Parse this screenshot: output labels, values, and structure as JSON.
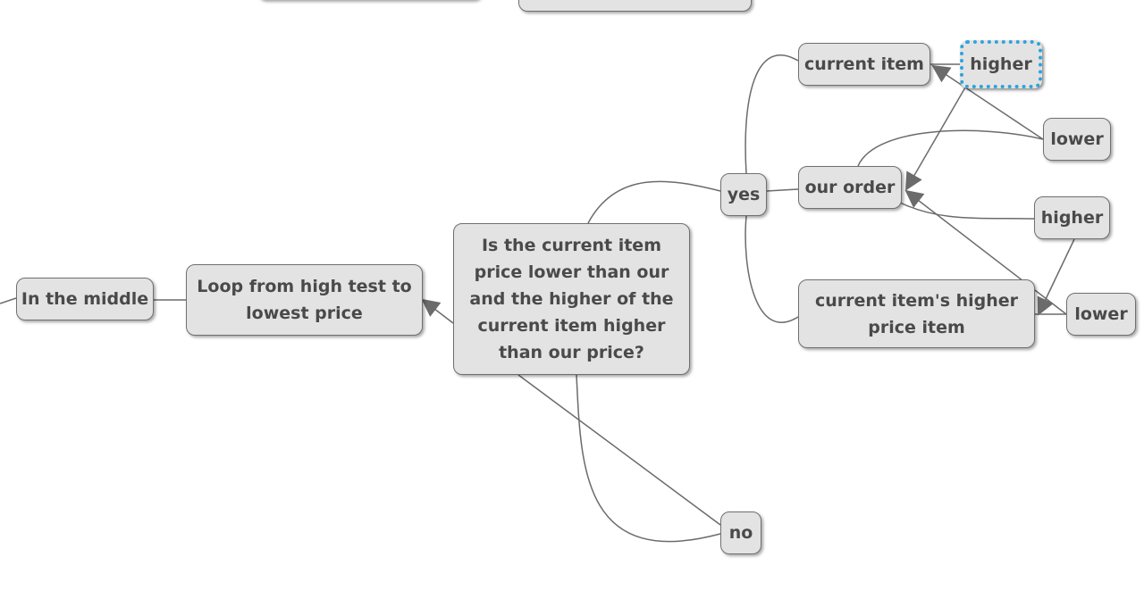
{
  "mindmap": {
    "selected_node": "higher",
    "nodes": {
      "in_the_middle": "In the middle",
      "loop": "Loop  from high test to\nlowest price",
      "question": "Is the current item\nprice lower than our\nand the higher of the\ncurrent item higher\nthan our price?",
      "yes": "yes",
      "no": "no",
      "current_item": "current item",
      "higher_top": "higher",
      "lower_top": "lower",
      "our_order": "our order",
      "higher_mid": "higher",
      "current_items_higher": "current item's higher\nprice item",
      "lower_bottom": "lower"
    },
    "colors": {
      "node_fill": "#e3e3e3",
      "node_border": "#707070",
      "node_text": "#4a4a4a",
      "connector": "#6b6b6b",
      "selection": "#2ea3dc"
    }
  }
}
